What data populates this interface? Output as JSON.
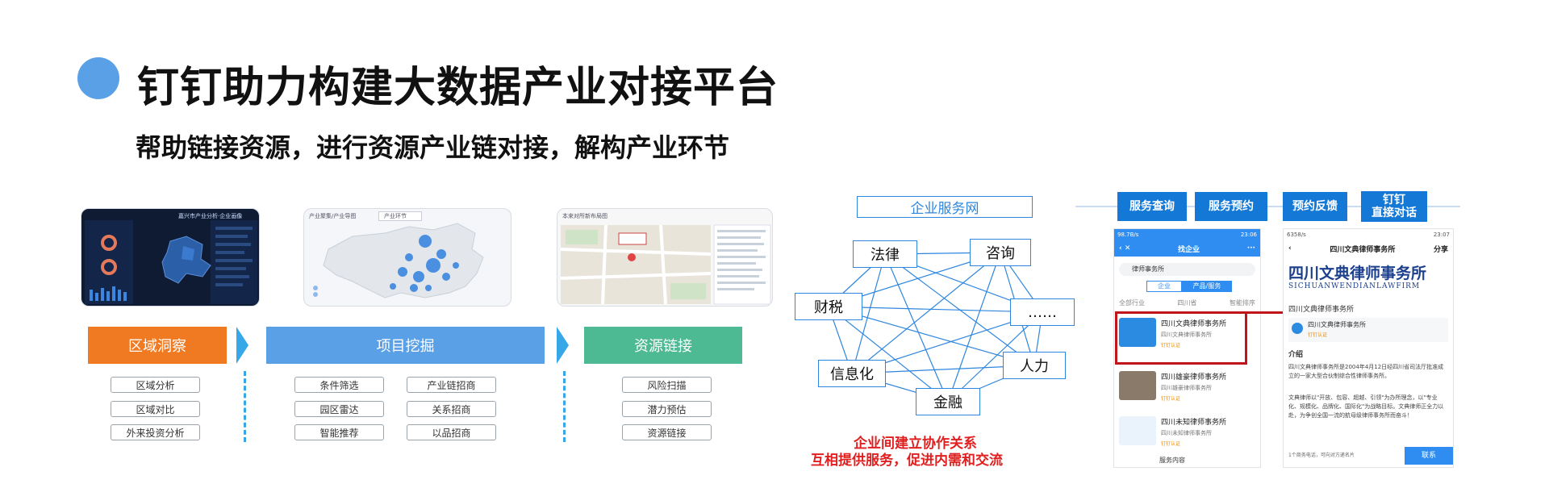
{
  "header": {
    "title": "钉钉助力构建大数据产业对接平台",
    "subtitle": "帮助链接资源，进行资源产业链对接，解构产业环节"
  },
  "screens": {
    "dark_title": "嘉兴市产业分析·企业画像",
    "map_title": "产业聚集/产业导图",
    "map_dropdown": "产业环节",
    "loc_title": "本来对所新布局图"
  },
  "pillars": [
    {
      "label": "区域洞察",
      "items": [
        "区域分析",
        "区域对比",
        "外来投资分析"
      ]
    },
    {
      "label": "项目挖掘",
      "items": [
        "条件筛选",
        "园区雷达",
        "智能推荐",
        "产业链招商",
        "关系招商",
        "以品招商"
      ]
    },
    {
      "label": "资源链接",
      "items": [
        "风险扫描",
        "潜力预估",
        "资源链接"
      ]
    }
  ],
  "network": {
    "title": "企业服务网",
    "nodes": [
      "法律",
      "咨询",
      "财税",
      "……",
      "信息化",
      "人力",
      "金融"
    ],
    "caption_line1": "企业间建立协作关系",
    "caption_line2": "互相提供服务，促进内需和交流"
  },
  "service_buttons": [
    {
      "label": "服务查询"
    },
    {
      "label": "服务预约"
    },
    {
      "label": "预约反馈"
    },
    {
      "label": "钉钉\n直接对话"
    }
  ],
  "phone_left": {
    "status_left": "98.7B/s",
    "status_right": "23:06",
    "title": "找企业",
    "search_value": "律师事务所",
    "tab_active": "企业",
    "tab_inactive": "产品/服务",
    "filters": [
      "全部行业",
      "四川省",
      "智能排序"
    ],
    "firms": [
      {
        "name": "四川文典律师事务所",
        "sub": "四川文典律师事务所",
        "badge": "钉钉认证"
      },
      {
        "name": "四川雄豪律师事务所",
        "sub": "四川雄豪律师事务所",
        "badge": "钉钉认证"
      },
      {
        "name": "四川未知律师事务所",
        "sub": "四川未知律师事务所",
        "badge": "钉钉认证"
      }
    ],
    "footer_item": "服务内容"
  },
  "phone_right": {
    "status_left": "6358/s",
    "status_right": "23:07",
    "title": "四川文典律师事务所",
    "share": "分享",
    "logo_cn": "四川文典律师事务所",
    "logo_en": "SICHUANWENDIANLAWFIRM",
    "org_name": "四川文典律师事务所",
    "card_name": "四川文典律师事务所",
    "card_badge": "钉钉认证",
    "section": "介绍",
    "intro_1": "四川文典律师事务所是2004年4月12日经四川省司法厅批准成立的一家大型合伙制综合性律师事务所。",
    "intro_2": "文典律师以\"开放、包容、超越、引领\"为办所理念，以\"专业化、规模化、品牌化、国际化\"为战略目标。文典律师正全力以赴，为争创全国一流的航母级律师事务所而奋斗！",
    "footer_hint": "1个商务电话，可向对方递名片",
    "contact_button": "联系"
  },
  "colors": {
    "accent_blue": "#5aa0e6",
    "orange": "#ef7a22",
    "green": "#4dba94",
    "network_blue": "#2e86de",
    "button_blue": "#1478d6",
    "highlight_red": "#c0161b",
    "caption_red": "#e02020"
  }
}
